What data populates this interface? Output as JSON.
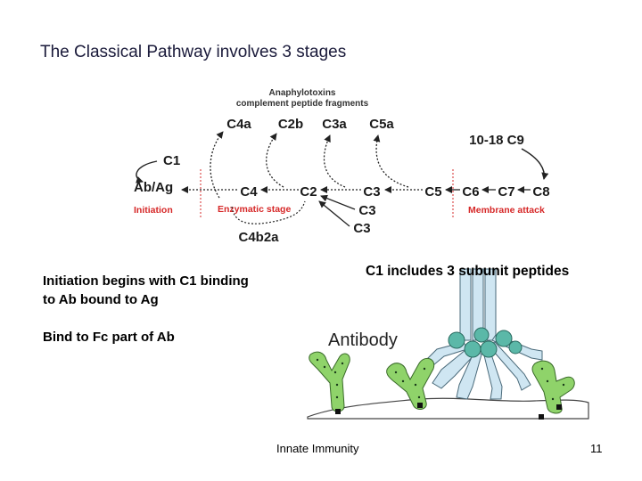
{
  "slide": {
    "title": "The Classical Pathway involves 3 stages",
    "footer": "Innate Immunity",
    "page_number": "11"
  },
  "pathway": {
    "fragments_header_line1": "Anaphylotoxins",
    "fragments_header_line2": "complement peptide fragments",
    "fragments": [
      "C4a",
      "C2b",
      "C3a",
      "C5a"
    ],
    "c9_label": "10-18 C9",
    "c1": "C1",
    "ab_ag": "Ab/Ag",
    "chain": [
      "C4",
      "C2",
      "C3",
      "C5",
      "C6",
      "C7",
      "C8"
    ],
    "c3_extra_1": "C3",
    "c3_extra_2": "C3",
    "c4b2a": "C4b2a",
    "stage_initiation": "Initiation",
    "stage_enzymatic": "Enzymatic stage",
    "stage_membrane": "Membrane attack",
    "stage_color": "#d62828"
  },
  "body": {
    "para1_line1": "Initiation begins with C1 binding",
    "para1_line2": "to Ab bound to Ag",
    "para2": "Bind to Fc part of Ab"
  },
  "illustration": {
    "caption": "C1 includes 3 subunit peptides",
    "antibody_label": "Antibody",
    "antibody_color": "#8fd36a",
    "c1_stalk_color": "#cfe6f2",
    "c1_head_color": "#5bb8a8"
  }
}
